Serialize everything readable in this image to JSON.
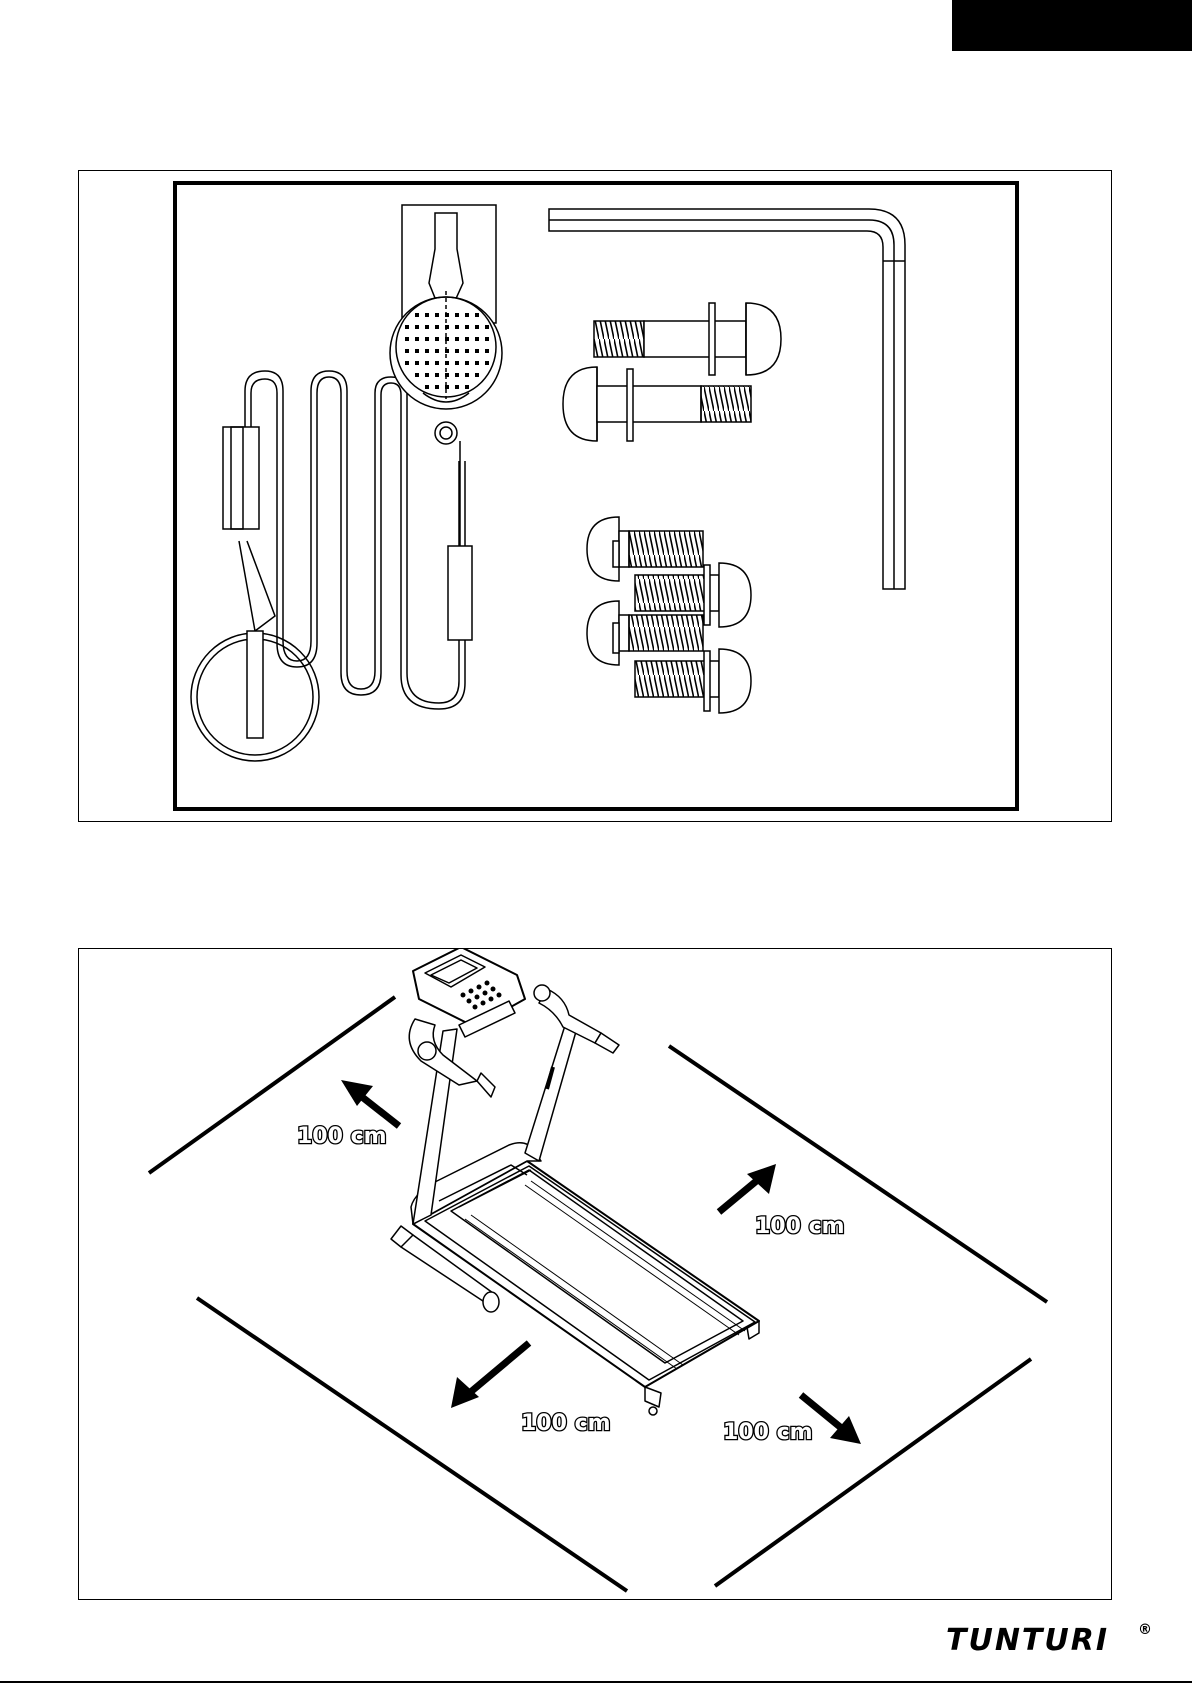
{
  "header": {
    "tab_color": "#000000"
  },
  "parts_panel": {
    "items": [
      "screwdriver-wrench-tool",
      "safety-key-cord",
      "allen-key",
      "long-bolt",
      "short-bolt"
    ]
  },
  "space_panel": {
    "labels": {
      "back_left": "100 cm",
      "right": "100 cm",
      "front": "100 cm",
      "front_right": "100 cm"
    }
  },
  "footer": {
    "brand": "TUNTURI",
    "registered": "®"
  }
}
